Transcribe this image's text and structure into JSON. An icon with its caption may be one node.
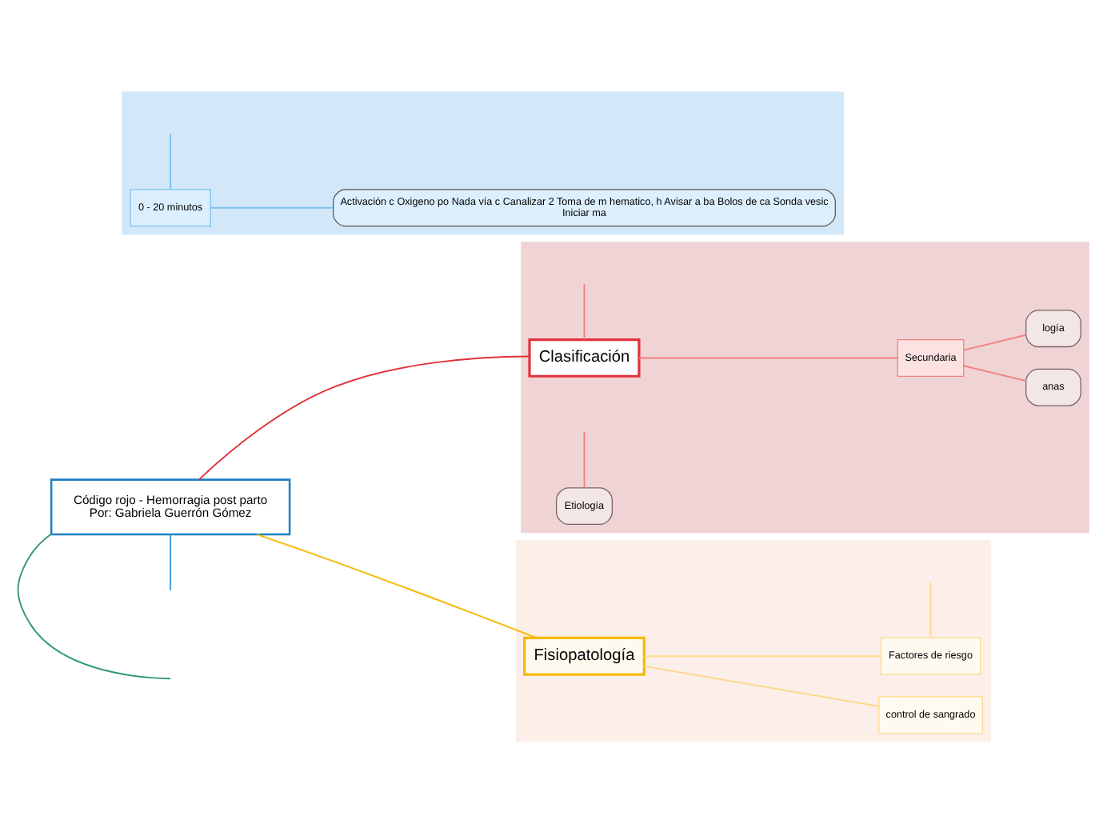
{
  "diagram": {
    "nodes": [
      {
        "text": [
          "Código rojo - Hemorragia post parto",
          "Por: Gabriela Guerrón Gómez"
        ]
      },
      {
        "text": [],
        "shape": "box"
      },
      {
        "text": [
          "Clasificación"
        ],
        "in": 1
      },
      {
        "text": [
          "Etiología"
        ],
        "in": 1
      },
      {
        "text": [
          "Secundaria"
        ],
        "in": 1
      },
      {
        "text": [
          "anas"
        ],
        "in": 1
      },
      {
        "text": [
          "logía"
        ],
        "in": 1
      },
      {
        "text": [],
        "shape": "box"
      },
      {
        "text": [
          "Fisiopatología"
        ],
        "in": 7
      },
      {
        "text": [
          "control de sangrado"
        ],
        "in": 7
      },
      {
        "text": [
          "Factores de riesgo"
        ],
        "in": 7
      },
      {
        "text": [],
        "shape": "box"
      },
      {
        "text": [
          "0 - 20 minutos"
        ],
        "in": 11
      },
      {
        "text": [
          "Activación c Oxigeno po Nada vía c Canalizar 2 Toma de m hematico, h Avisar a ba Bolos de ca Sonda vesic",
          "Iniciar ma"
        ],
        "in": 11
      }
    ],
    "edges": [
      {
        "from": 0,
        "to": 2,
        "arrow": "none",
        "color": "#e0313a"
      },
      {
        "from": 0,
        "to": 8,
        "arrow": "none",
        "color": "#f5b800"
      },
      {
        "from": 0,
        "to": null,
        "arrow": "none",
        "color": "#2e9a6a"
      },
      {
        "from": 0,
        "to": null,
        "arrow": "none",
        "color": "#3a9ad9"
      },
      {
        "from": 2,
        "to": null,
        "arrow": "none",
        "color": "#f08080"
      },
      {
        "from": 2,
        "to": 4,
        "arrow": "none",
        "color": "#f08080"
      },
      {
        "from": 3,
        "to": null,
        "arrow": "none",
        "color": "#f08080"
      },
      {
        "from": 4,
        "to": 5,
        "arrow": "none",
        "color": "#f08080"
      },
      {
        "from": 4,
        "to": 6,
        "arrow": "none",
        "color": "#f08080"
      },
      {
        "from": 8,
        "to": 9,
        "arrow": "none",
        "color": "#ffd98a"
      },
      {
        "from": 8,
        "to": 10,
        "arrow": "none",
        "color": "#ffd98a"
      },
      {
        "from": 10,
        "to": null,
        "arrow": "none",
        "color": "#ffd98a"
      },
      {
        "from": 12,
        "to": 13,
        "arrow": "none",
        "color": "#7cc0ee"
      },
      {
        "from": 12,
        "to": null,
        "arrow": "none",
        "color": "#7cc0ee"
      }
    ]
  }
}
